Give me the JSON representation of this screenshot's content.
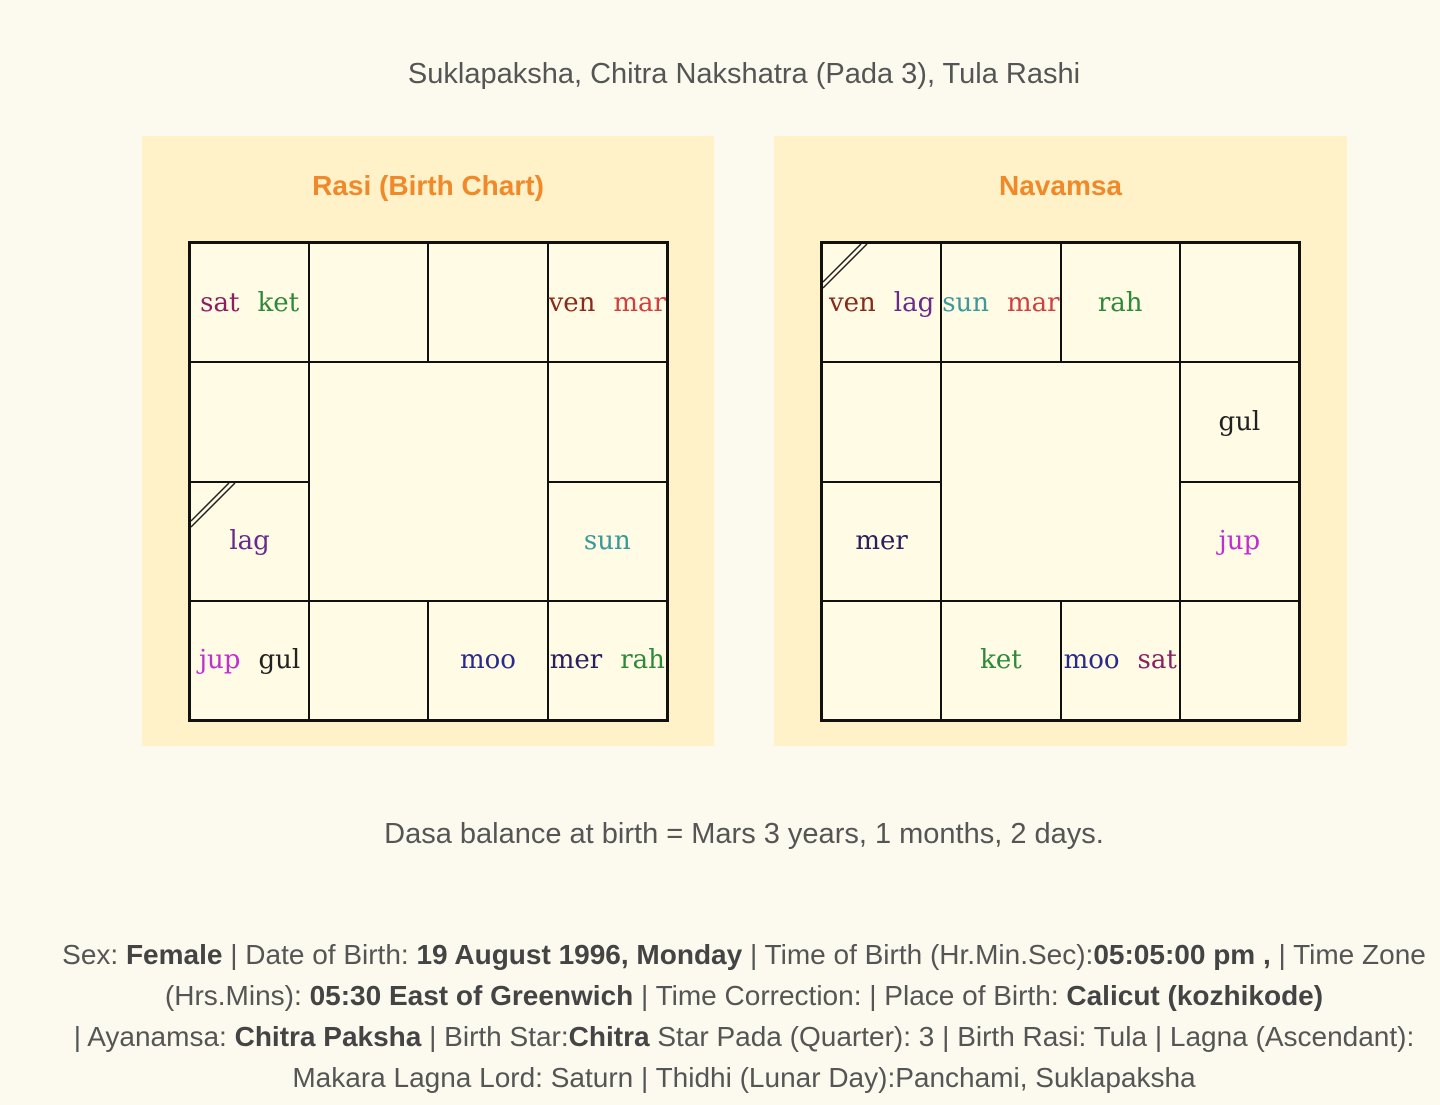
{
  "header": {
    "summary": "Suklapaksha, Chitra Nakshatra (Pada 3), Tula Rashi"
  },
  "rasi": {
    "title": "Rasi (Birth Chart)",
    "cells": {
      "r0c0": [
        "sat",
        "ket"
      ],
      "r0c1": [],
      "r0c2": [],
      "r0c3": [
        "ven",
        "mar"
      ],
      "r1c0": [],
      "r1c3": [],
      "r2c0": [
        "lag"
      ],
      "r2c3": [
        "sun"
      ],
      "r3c0": [
        "jup",
        "gul"
      ],
      "r3c1": [],
      "r3c2": [
        "moo"
      ],
      "r3c3": [
        "mer",
        "rah"
      ]
    }
  },
  "navamsa": {
    "title": "Navamsa",
    "cells": {
      "r0c0": [
        "ven",
        "lag"
      ],
      "r0c1": [
        "sun",
        "mar"
      ],
      "r0c2": [
        "rah"
      ],
      "r0c3": [],
      "r1c0": [],
      "r1c3": [
        "gul"
      ],
      "r2c0": [
        "mer"
      ],
      "r2c3": [
        "jup"
      ],
      "r3c0": [],
      "r3c1": [
        "ket"
      ],
      "r3c2": [
        "moo",
        "sat"
      ],
      "r3c3": []
    }
  },
  "dasa_balance": "Dasa balance at birth = Mars 3 years, 1 months, 2 days.",
  "details": {
    "sex_label": "Sex: ",
    "sex": "Female",
    "dob_label": " | Date of Birth: ",
    "dob": "19 August 1996, Monday",
    "tob_label": " | Time of Birth (Hr.Min.Sec):",
    "tob": "05:05:00 pm ,",
    "tz_label": " | Time Zone (Hrs.Mins): ",
    "tz": "05:30 East of Greenwich",
    "tc_label": " | Time Correction: | Place of Birth: ",
    "place": "Calicut (kozhikode)",
    "ayan_label": " | Ayanamsa: ",
    "ayanamsa": "Chitra Paksha",
    "star_label": " | Birth Star:",
    "star": "Chitra",
    "rest": " Star Pada (Quarter): 3 | Birth Rasi: Tula | Lagna (Ascendant): Makara Lagna Lord: Saturn | Thidhi (Lunar Day):Panchami, Suklapaksha"
  },
  "colors": {
    "background": "#fcfaee",
    "panel": "#fff1c8",
    "chart_bg": "#fffbe4",
    "title_orange": "#f0892a",
    "text": "#555555"
  }
}
